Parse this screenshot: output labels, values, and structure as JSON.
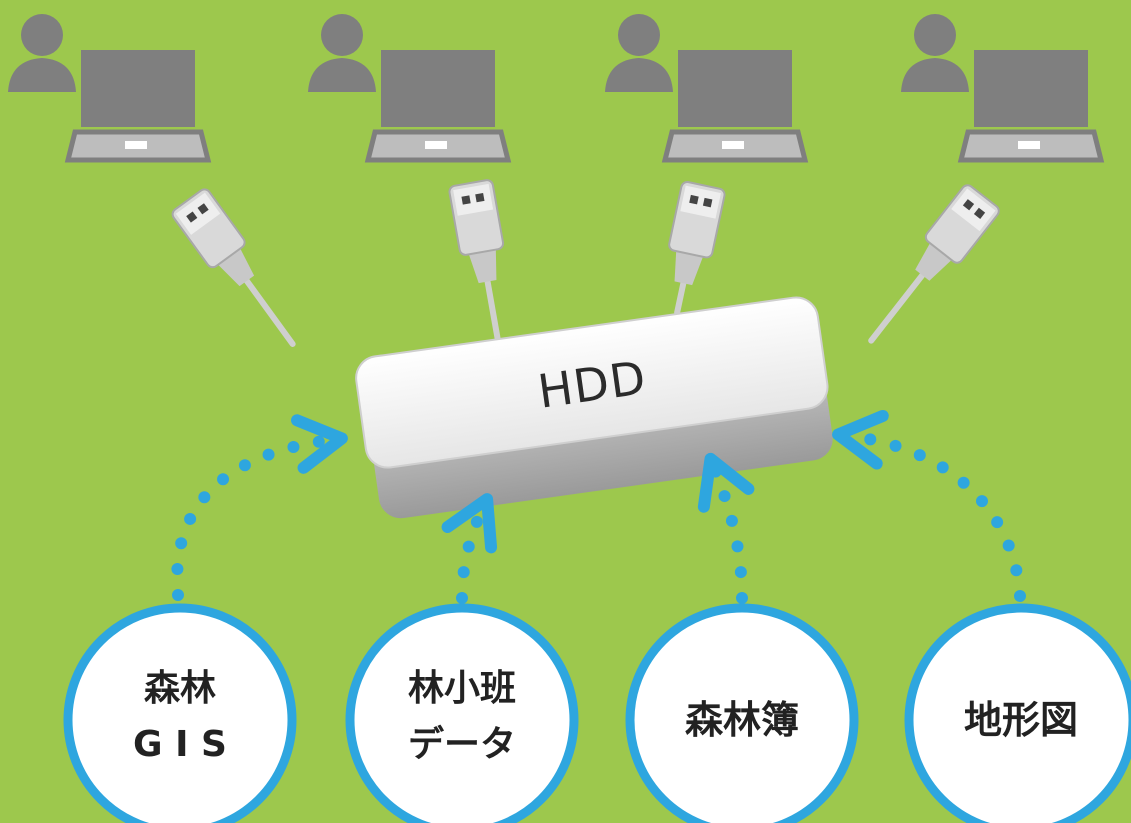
{
  "colors": {
    "background": "#9dc84d",
    "arrow": "#2ea6df",
    "icon_gray": "#7f7f7f",
    "circle_border": "#2ea6df",
    "circle_fill": "#ffffff",
    "hdd_fill": "#f2f2f2"
  },
  "hdd": {
    "label": "HDD",
    "icon": "hdd-device-icon"
  },
  "users": [
    {
      "icon": "user-laptop-icon"
    },
    {
      "icon": "user-laptop-icon"
    },
    {
      "icon": "user-laptop-icon"
    },
    {
      "icon": "user-laptop-icon"
    }
  ],
  "plugs": [
    {
      "icon": "usb-plug-icon"
    },
    {
      "icon": "usb-plug-icon"
    },
    {
      "icon": "usb-plug-icon"
    },
    {
      "icon": "usb-plug-icon"
    }
  ],
  "data_sources": [
    {
      "line1": "森林",
      "line2": "G I S"
    },
    {
      "line1": "林小班",
      "line2": "データ"
    },
    {
      "line1": "森林簿",
      "line2": ""
    },
    {
      "line1": "地形図",
      "line2": ""
    }
  ]
}
